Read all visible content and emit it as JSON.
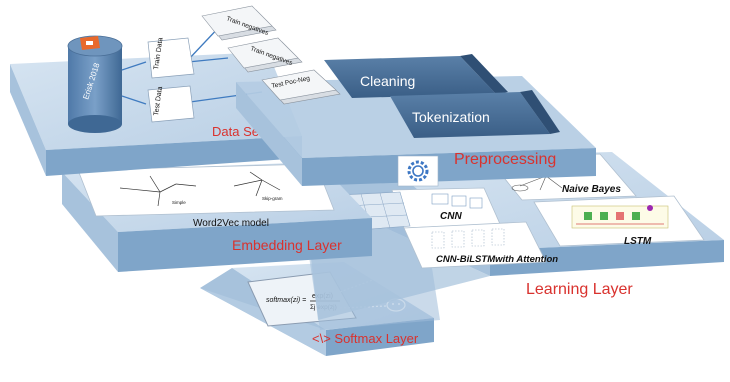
{
  "layers": {
    "dataset": "Data Set",
    "preprocessing": "Preprocessing",
    "embedding": "Embedding Layer",
    "learning": "Learning Layer",
    "softmax": "<\\> Softmax Layer"
  },
  "dataset": {
    "source": "Erisk 2018",
    "train_data": "Train Data",
    "test_data": "Test Data",
    "docs": [
      "Train negatives",
      "Train negatives",
      "Test Poc-Neg"
    ]
  },
  "preprocessing": {
    "steps": [
      "Cleaning",
      "Tokenization"
    ]
  },
  "embedding": {
    "model_label": "Word2Vec model",
    "sub_labels": [
      "Simple",
      "Skip-gram"
    ]
  },
  "learning": {
    "models": [
      "CNN",
      "Naive Bayes",
      "CNN-BiLSTMwith Attention",
      "LSTM"
    ]
  },
  "softmax": {
    "formula_lhs": "softmax(zi) =",
    "formula_num": "exp(zi)",
    "formula_den": "Σj exp(zj)"
  },
  "colors": {
    "top": "#c5d8ea",
    "side_left": "#a7c2dc",
    "side_front": "#7fa5c9",
    "accent_red": "#d9322e",
    "banner": "#476b92",
    "gear": "#3d77c4"
  },
  "icons": [
    "database-icon",
    "gear-icon",
    "face-icon"
  ]
}
